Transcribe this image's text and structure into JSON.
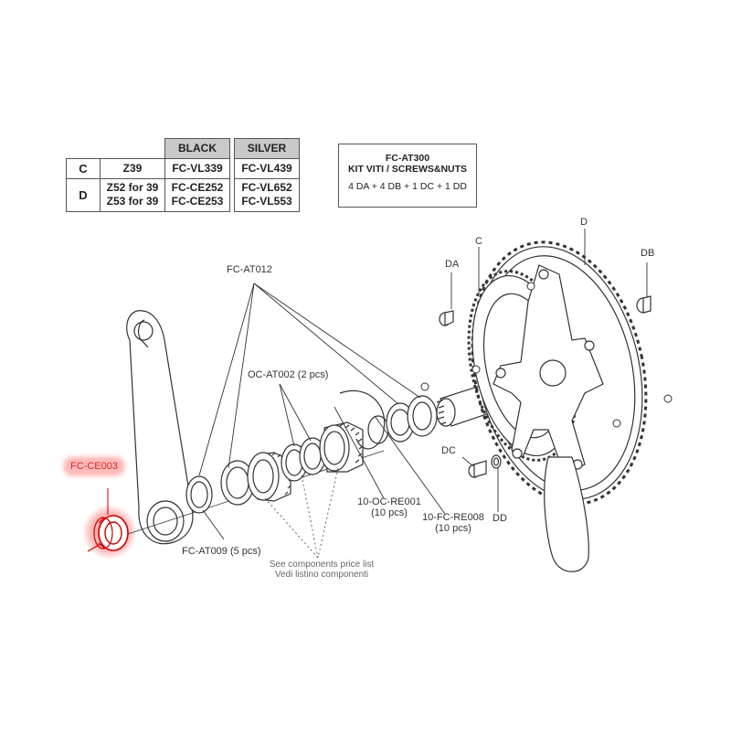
{
  "parts_table": {
    "headers": [
      "BLACK",
      "SILVER"
    ],
    "rows": [
      {
        "key": "C",
        "teeth": [
          "Z39"
        ],
        "black": [
          "FC-VL339"
        ],
        "silver": [
          "FC-VL439"
        ]
      },
      {
        "key": "D",
        "teeth": [
          "Z52 for 39",
          "Z53 for 39"
        ],
        "black": [
          "FC-CE252",
          "FC-CE253"
        ],
        "silver": [
          "FC-VL652",
          "FC-VL553"
        ]
      }
    ]
  },
  "kit": {
    "code": "FC-AT300",
    "title": "KIT VITI / SCREWS&NUTS",
    "contents": "4 DA + 4 DB + 1 DC + 1 DD"
  },
  "labels": {
    "highlighted_part": "FC-CE003",
    "fc_at012": "FC-AT012",
    "oc_at002": "OC-AT002 (2 pcs)",
    "oc_re001": "10-OC-RE001",
    "oc_re001_qty": "(10 pcs)",
    "fc_re008": "10-FC-RE008",
    "fc_re008_qty": "(10 pcs)",
    "fc_at009": "FC-AT009 (5 pcs)",
    "see_list_en": "See components price list",
    "see_list_it": "Vedi listino componenti",
    "c": "C",
    "d": "D",
    "da": "DA",
    "db": "DB",
    "dc": "DC",
    "dd": "DD"
  },
  "colors": {
    "line": "#333333",
    "header_fill": "#c9c9c9",
    "highlight": "#ff3c3c"
  }
}
